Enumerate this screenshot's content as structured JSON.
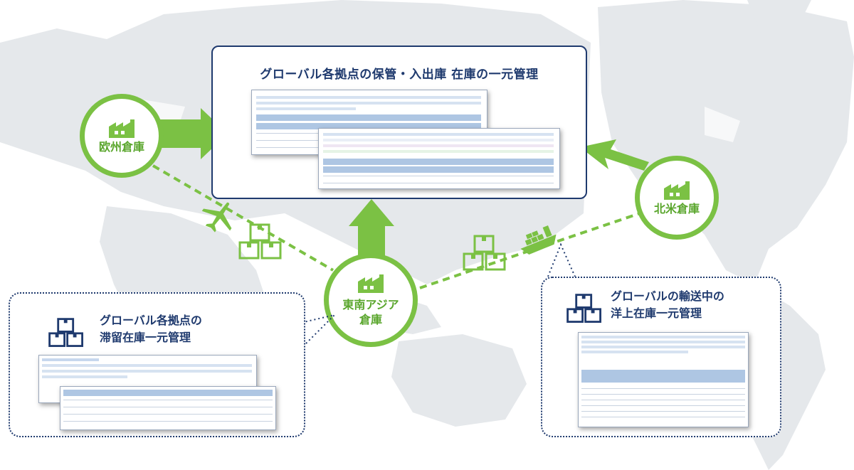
{
  "main_panel": {
    "title": "グローバル各拠点の保管・入出庫 在庫の一元管理"
  },
  "nodes": {
    "europe": "欧州倉庫",
    "north_america": "北米倉庫",
    "southeast_asia": [
      "東南アジア",
      "倉庫"
    ]
  },
  "callouts": {
    "stagnant": {
      "title_lines": [
        "グローバル各拠点の",
        "滞留在庫一元管理"
      ]
    },
    "ocean": {
      "title_lines": [
        "グローバルの輸送中の",
        "洋上在庫一元管理"
      ]
    }
  },
  "icons": {
    "warehouse": "factory-icon",
    "boxes": "boxes-icon",
    "airplane": "airplane-icon",
    "ship": "ship-icon"
  },
  "colors": {
    "accent_green": "#7bc144",
    "navy": "#1f3a6e",
    "map": "#e7eaed"
  }
}
